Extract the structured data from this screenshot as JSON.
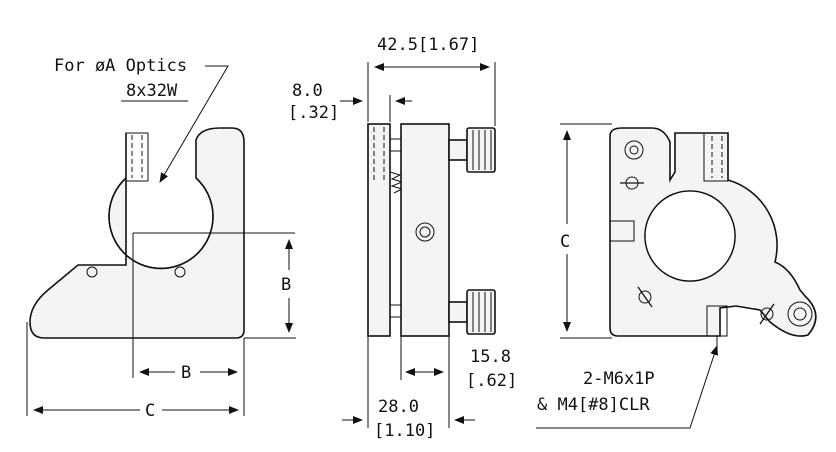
{
  "labels": {
    "optics_note": "For øA Optics",
    "thread_note": "8x32W",
    "dim_width_mm": "42.5",
    "dim_width_in": "[1.67]",
    "dim_plate_mm": "8.0",
    "dim_plate_in": "[.32]",
    "dim_B_vertical": "B",
    "dim_B_horizontal": "B",
    "dim_C_horizontal": "C",
    "dim_C_vertical": "C",
    "dim_depth_mm": "15.8",
    "dim_depth_in": "[.62]",
    "dim_total_mm": "28.0",
    "dim_total_in": "[1.10]",
    "tap_note_1": "2-M6x1P",
    "tap_note_2": "& M4[#8]CLR"
  }
}
